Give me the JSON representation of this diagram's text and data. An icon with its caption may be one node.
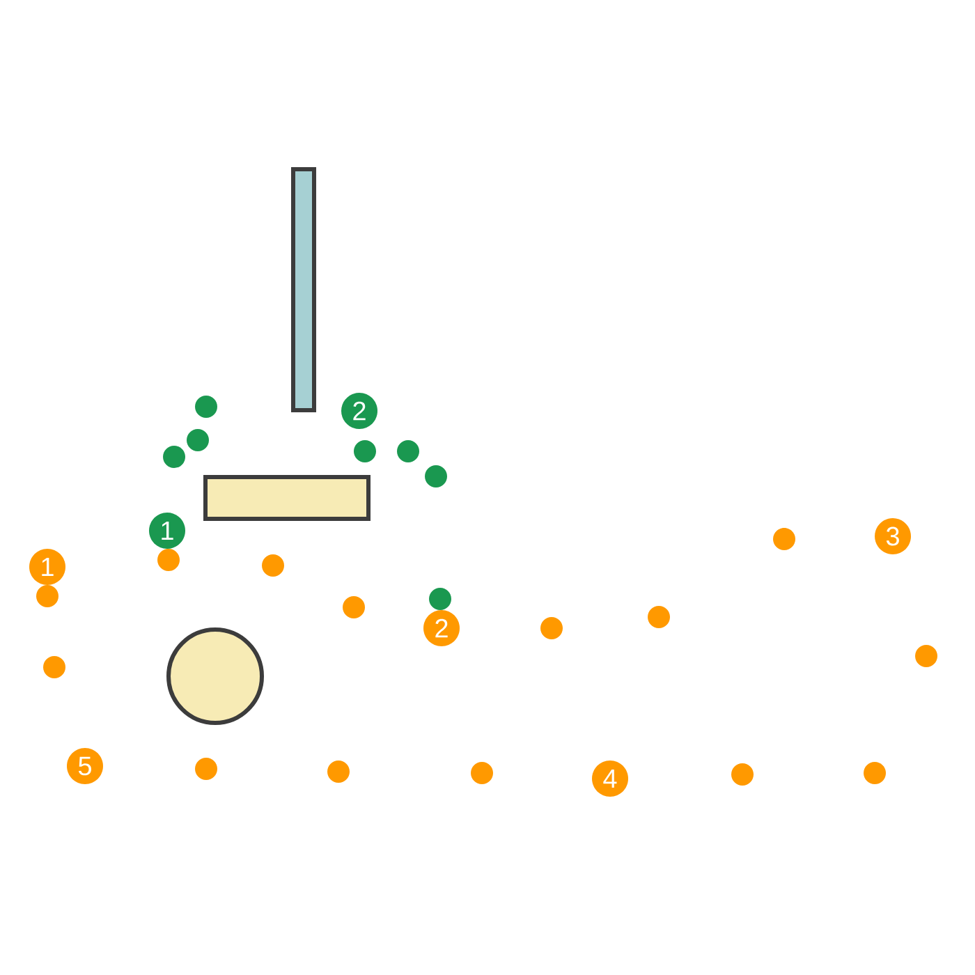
{
  "diagram": {
    "nodes": [
      {
        "text": [],
        "shape": "bar"
      },
      {
        "text": [
          "2"
        ]
      },
      {
        "text": [],
        "shape": "box"
      },
      {
        "text": [
          "1"
        ]
      },
      {
        "text": [
          "3"
        ]
      },
      {
        "text": [
          "1"
        ]
      },
      {
        "text": [
          "2"
        ]
      },
      {
        "text": [],
        "shape": "circle"
      },
      {
        "text": [
          "5"
        ]
      },
      {
        "text": [
          "4"
        ]
      }
    ]
  }
}
